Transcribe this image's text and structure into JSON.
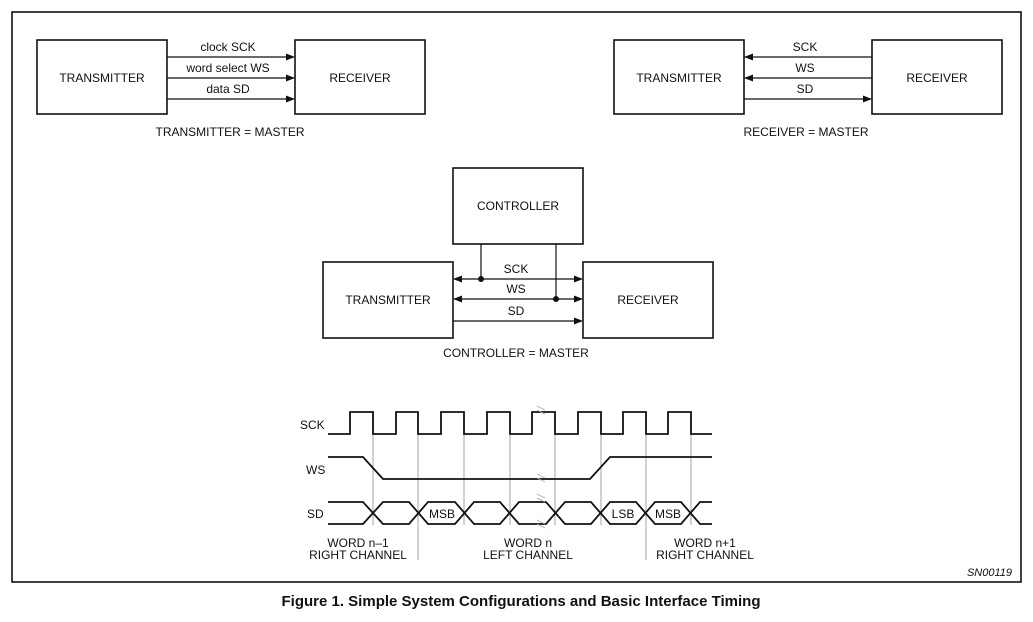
{
  "config_a": {
    "transmitter": "TRANSMITTER",
    "receiver": "RECEIVER",
    "sig_sck": "clock SCK",
    "sig_ws": "word select WS",
    "sig_sd": "data SD",
    "caption": "TRANSMITTER = MASTER"
  },
  "config_b": {
    "transmitter": "TRANSMITTER",
    "receiver": "RECEIVER",
    "sig_sck": "SCK",
    "sig_ws": "WS",
    "sig_sd": "SD",
    "caption": "RECEIVER = MASTER"
  },
  "config_c": {
    "controller": "CONTROLLER",
    "transmitter": "TRANSMITTER",
    "receiver": "RECEIVER",
    "sig_sck": "SCK",
    "sig_ws": "WS",
    "sig_sd": "SD",
    "caption": "CONTROLLER = MASTER"
  },
  "timing": {
    "sck": "SCK",
    "ws": "WS",
    "sd": "SD",
    "data_labels": [
      "MSB",
      "LSB",
      "MSB"
    ],
    "word_prev_line1": "WORD n–1",
    "word_prev_line2": "RIGHT CHANNEL",
    "word_cur_line1": "WORD n",
    "word_cur_line2": "LEFT CHANNEL",
    "word_next_line1": "WORD n+1",
    "word_next_line2": "RIGHT CHANNEL"
  },
  "figure_code": "SN00119",
  "figure_caption": "Figure 1.  Simple System Configurations and Basic Interface Timing"
}
